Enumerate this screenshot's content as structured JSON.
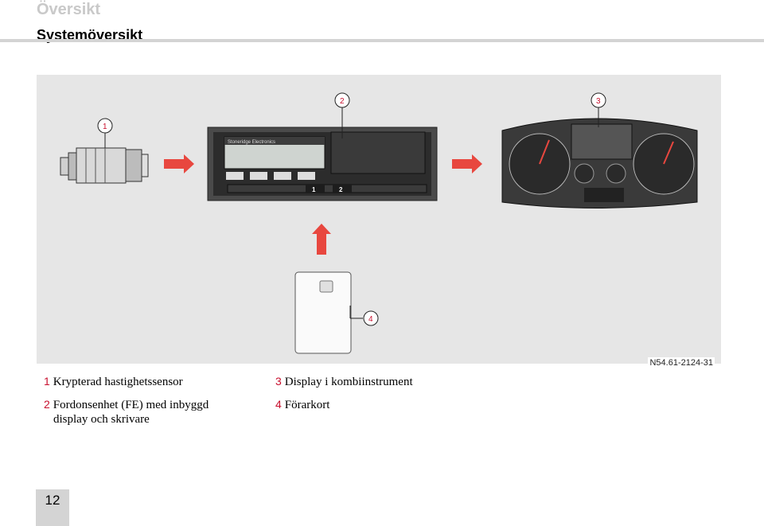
{
  "header": {
    "chapter": "Översikt",
    "section": "Systemöversikt"
  },
  "figure": {
    "reference": "N54.61-2124-31",
    "callouts": [
      "1",
      "2",
      "3",
      "4"
    ],
    "tachograph_brand": "Stoneridge Electronics",
    "slot_labels": [
      "1",
      "2"
    ],
    "accent_color": "#c8102e",
    "arrow_color": "#e8473f"
  },
  "legend": [
    {
      "num": "1",
      "text": "Krypterad hastighetssensor",
      "cont": ""
    },
    {
      "num": "2",
      "text": "Fordonsenhet (FE) med inbyggd",
      "cont": "display och skrivare"
    },
    {
      "num": "3",
      "text": "Display i kombiinstrument",
      "cont": ""
    },
    {
      "num": "4",
      "text": "Förarkort",
      "cont": ""
    }
  ],
  "page": {
    "number": "12"
  }
}
